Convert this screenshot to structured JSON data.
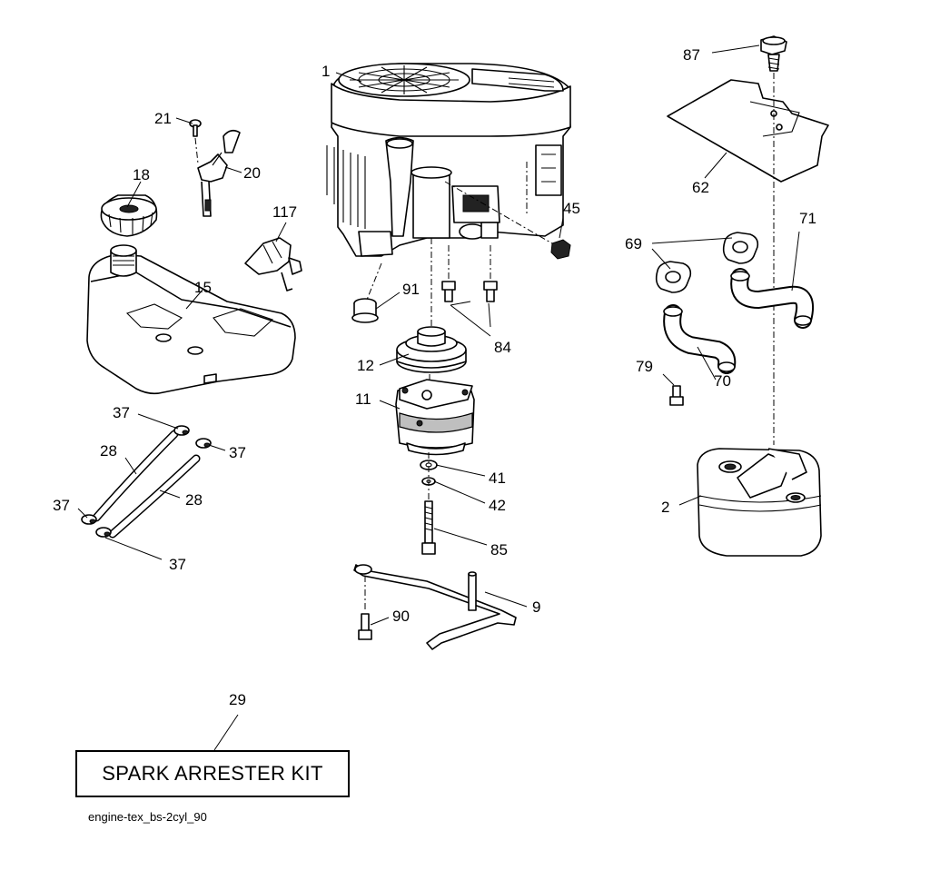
{
  "diagram": {
    "callouts": {
      "c1": "1",
      "c2": "2",
      "c9": "9",
      "c11": "11",
      "c12": "12",
      "c15": "15",
      "c18": "18",
      "c20": "20",
      "c21": "21",
      "c28a": "28",
      "c28b": "28",
      "c29": "29",
      "c37a": "37",
      "c37b": "37",
      "c37c": "37",
      "c37d": "37",
      "c41": "41",
      "c42": "42",
      "c45": "45",
      "c62": "62",
      "c69": "69",
      "c70": "70",
      "c71": "71",
      "c79": "79",
      "c84": "84",
      "c85": "85",
      "c87": "87",
      "c90": "90",
      "c91": "91",
      "c117": "117"
    },
    "kit_label": "SPARK ARRESTER KIT",
    "reference_code": "engine-tex_bs-2cyl_90"
  }
}
